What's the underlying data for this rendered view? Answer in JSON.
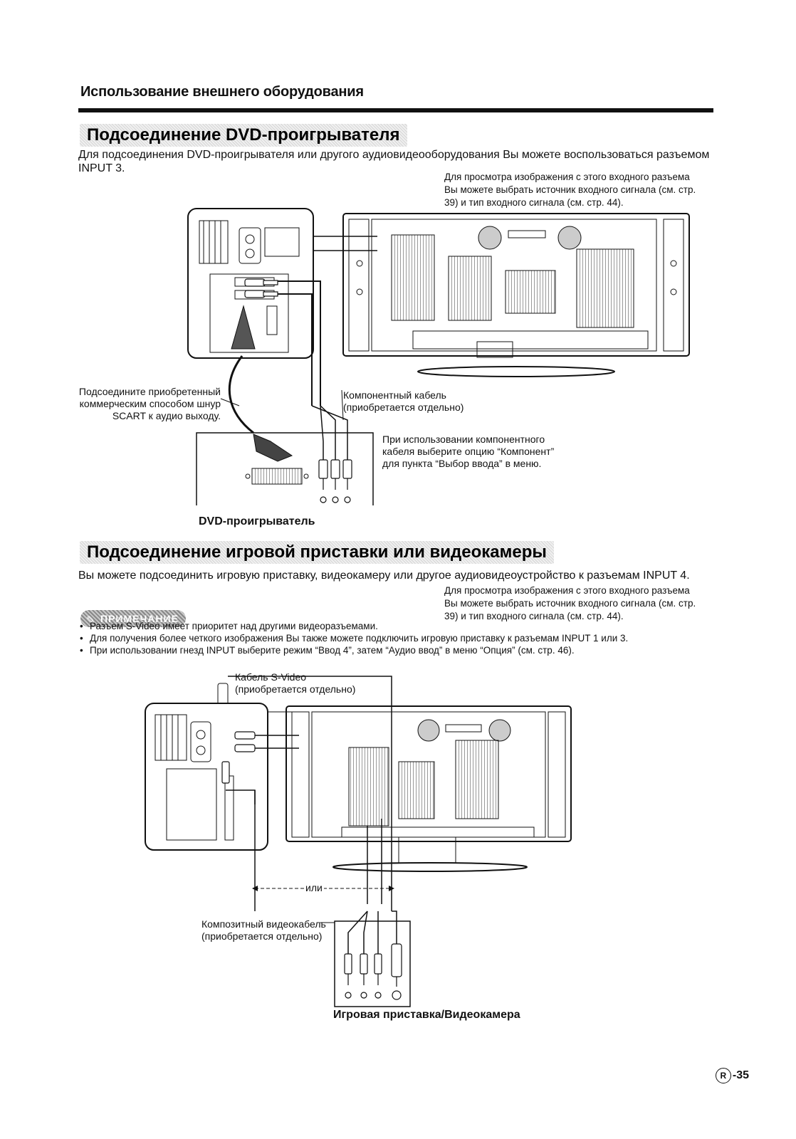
{
  "header": "Использование внешнего оборудования",
  "section1": {
    "title": "Подсоединение DVD-проигрывателя",
    "intro": "Для подсоединения DVD-проигрывателя или другого аудиовидеооборудования Вы можете воспользоваться разъемом INPUT 3.",
    "right_note": "Для просмотра изображения с этого входного разъема Вы можете выбрать источник входного сигнала (см. стр. 39) и тип входного сигнала (см. стр. 44).",
    "label_scart": "Подсоедините приобретенный коммерческим способом шнур SCART к аудио выходу.",
    "label_component": "Компонентный кабель (приобретается отдельно)",
    "label_component_note": "При использовании компонентного кабеля выберите опцию “Компонент” для пункта “Выбор ввода” в меню.",
    "device_caption": "DVD-проигрыватель"
  },
  "section2": {
    "title": "Подсоединение игровой приставки или видеокамеры",
    "intro": "Вы можете подсоединить игровую приставку, видеокамеру или другое аудиовидеоустройство к разъемам INPUT 4.",
    "right_note": "Для просмотра изображения с этого входного разъема Вы можете выбрать источник входного сигнала (см. стр. 39) и тип входного сигнала (см. стр. 44).",
    "note_badge": "ПРИМЕЧАНИЕ",
    "bullets": [
      "Разъем S-Video имеет приоритет над другими видеоразъемами.",
      "Для получения более четкого изображения Вы также можете подключить игровую приставку к разъемам INPUT 1 или 3.",
      "При использовании гнезд INPUT выберите режим “Ввод 4”, затем “Аудио ввод” в меню “Опция” (см. стр. 46)."
    ],
    "label_svideo": "Кабель S-Video (приобретается отдельно)",
    "label_or": "или",
    "label_composite": "Композитный видеокабель (приобретается отдельно)",
    "device_caption": "Игровая приставка/Видеокамера"
  },
  "page": {
    "circle": "R",
    "number": "-35"
  },
  "icons": [
    "tv-rear-panel-icon",
    "scart-plug-icon",
    "rca-plug-icon",
    "svideo-plug-icon",
    "note-pencil-icon"
  ]
}
